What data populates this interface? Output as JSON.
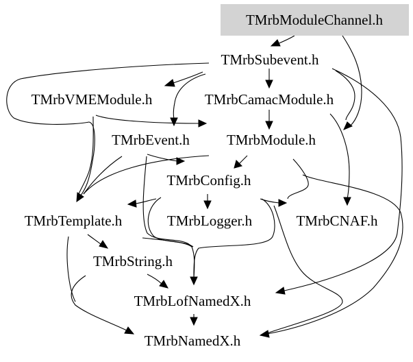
{
  "diagram": {
    "root_fill": "#d3d3d3",
    "nodes": {
      "module_channel": "TMrbModuleChannel.h",
      "subevent": "TMrbSubevent.h",
      "vme_module": "TMrbVMEModule.h",
      "camac_module": "TMrbCamacModule.h",
      "event": "TMrbEvent.h",
      "module": "TMrbModule.h",
      "config": "TMrbConfig.h",
      "template": "TMrbTemplate.h",
      "logger": "TMrbLogger.h",
      "cnaf": "TMrbCNAF.h",
      "string": "TMrbString.h",
      "lof_named_x": "TMrbLofNamedX.h",
      "named_x": "TMrbNamedX.h"
    },
    "edges": [
      {
        "from": "TMrbModuleChannel.h",
        "to": "TMrbSubevent.h"
      },
      {
        "from": "TMrbModuleChannel.h",
        "to": "TMrbModule.h"
      },
      {
        "from": "TMrbSubevent.h",
        "to": "TMrbVMEModule.h"
      },
      {
        "from": "TMrbSubevent.h",
        "to": "TMrbCamacModule.h"
      },
      {
        "from": "TMrbSubevent.h",
        "to": "TMrbEvent.h"
      },
      {
        "from": "TMrbSubevent.h",
        "to": "TMrbTemplate.h"
      },
      {
        "from": "TMrbSubevent.h",
        "to": "TMrbModule.h"
      },
      {
        "from": "TMrbSubevent.h",
        "to": "TMrbLofNamedX.h"
      },
      {
        "from": "TMrbVMEModule.h",
        "to": "TMrbModule.h"
      },
      {
        "from": "TMrbVMEModule.h",
        "to": "TMrbTemplate.h"
      },
      {
        "from": "TMrbCamacModule.h",
        "to": "TMrbModule.h"
      },
      {
        "from": "TMrbCamacModule.h",
        "to": "TMrbCNAF.h"
      },
      {
        "from": "TMrbEvent.h",
        "to": "TMrbConfig.h"
      },
      {
        "from": "TMrbEvent.h",
        "to": "TMrbTemplate.h"
      },
      {
        "from": "TMrbEvent.h",
        "to": "TMrbLofNamedX.h"
      },
      {
        "from": "TMrbModule.h",
        "to": "TMrbConfig.h"
      },
      {
        "from": "TMrbModule.h",
        "to": "TMrbTemplate.h"
      },
      {
        "from": "TMrbModule.h",
        "to": "TMrbCNAF.h"
      },
      {
        "from": "TMrbModule.h",
        "to": "TMrbNamedX.h"
      },
      {
        "from": "TMrbConfig.h",
        "to": "TMrbTemplate.h"
      },
      {
        "from": "TMrbConfig.h",
        "to": "TMrbLogger.h"
      },
      {
        "from": "TMrbConfig.h",
        "to": "TMrbCNAF.h"
      },
      {
        "from": "TMrbConfig.h",
        "to": "TMrbLofNamedX.h"
      },
      {
        "from": "TMrbConfig.h",
        "to": "TMrbNamedX.h"
      },
      {
        "from": "TMrbTemplate.h",
        "to": "TMrbString.h"
      },
      {
        "from": "TMrbTemplate.h",
        "to": "TMrbLofNamedX.h"
      },
      {
        "from": "TMrbTemplate.h",
        "to": "TMrbNamedX.h"
      },
      {
        "from": "TMrbString.h",
        "to": "TMrbLofNamedX.h"
      },
      {
        "from": "TMrbString.h",
        "to": "TMrbNamedX.h"
      },
      {
        "from": "TMrbLofNamedX.h",
        "to": "TMrbNamedX.h"
      }
    ]
  }
}
